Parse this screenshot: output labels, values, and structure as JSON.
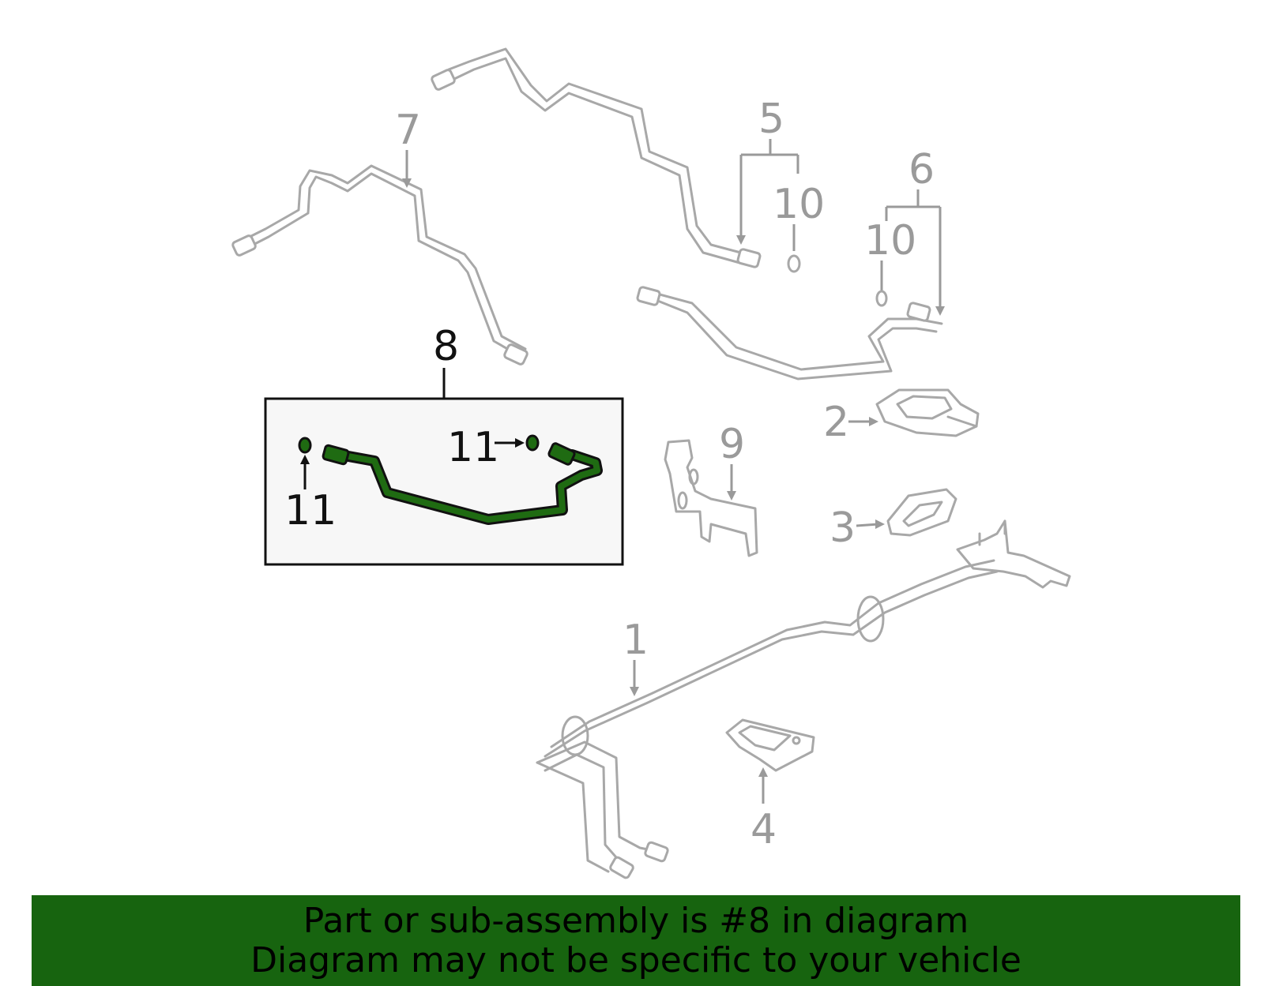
{
  "callouts": {
    "c1": "1",
    "c2": "2",
    "c3": "3",
    "c4": "4",
    "c5": "5",
    "c6": "6",
    "c7": "7",
    "c8": "8",
    "c9": "9",
    "c10a": "10",
    "c10b": "10",
    "c11a": "11",
    "c11b": "11"
  },
  "banner": {
    "line1": "Part or sub-assembly is #8 in diagram",
    "line2": "Diagram may not be specific to your vehicle"
  },
  "colors": {
    "highlight": "#1f6b12",
    "banner": "#17640f",
    "line_art": "#a8a8a8",
    "inset_bg": "#f7f7f7"
  }
}
